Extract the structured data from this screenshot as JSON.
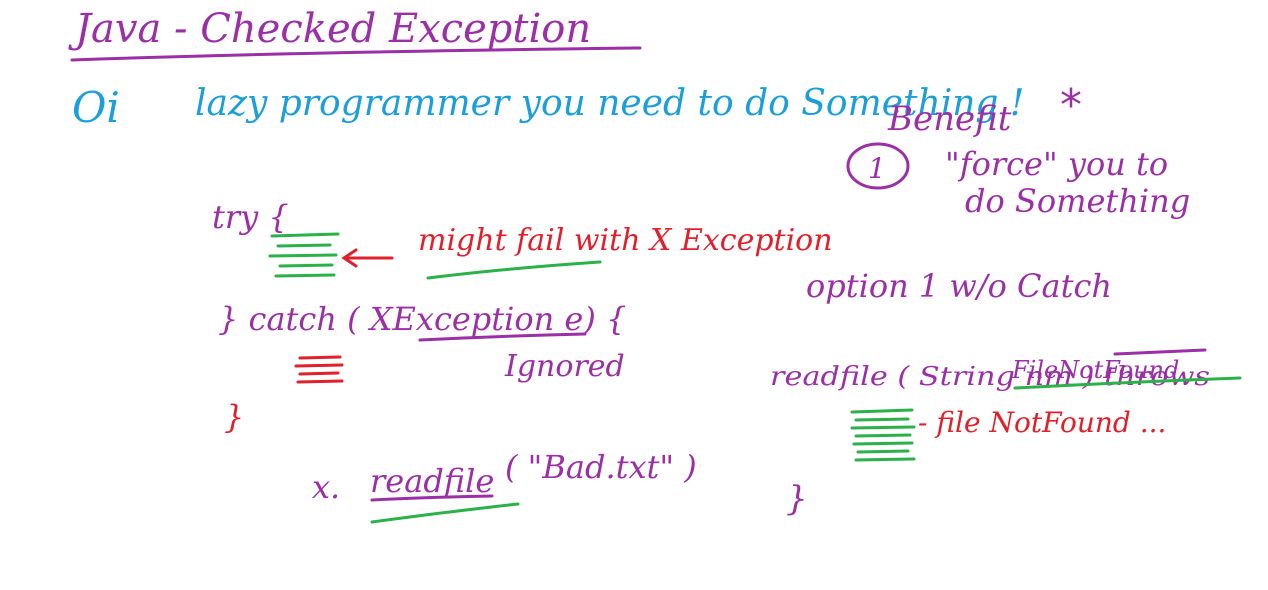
{
  "colors": {
    "purple": "#9b2fa6",
    "blue": "#1a9fdc",
    "red": "#e0202a",
    "green": "#2bb14a",
    "background": "#ffffff"
  },
  "title": "Java - Checked Exception",
  "intro": {
    "prefix": "Oi",
    "text": "lazy programmer   you need to do Something !"
  },
  "benefit": {
    "heading": "Benefit",
    "star": "*",
    "number": "1",
    "line1": "\"force\" you to",
    "line2": "do Something"
  },
  "try_block": {
    "try_label": "try {",
    "annotation": "might fail with X Exception",
    "catch_label": "} catch ( XException e) {",
    "ignored_label": "Ignored",
    "close_brace": "}"
  },
  "call": {
    "prefix": "x.",
    "method": "readfile",
    "args": "( \"Bad.txt\" )"
  },
  "option": {
    "label": "option 1   w/o Catch",
    "signature_start": "readfile ( String nm ) throws",
    "exception_name": "FileNotFound",
    "body_note": "- file NotFound ...",
    "close_brace": "}"
  }
}
